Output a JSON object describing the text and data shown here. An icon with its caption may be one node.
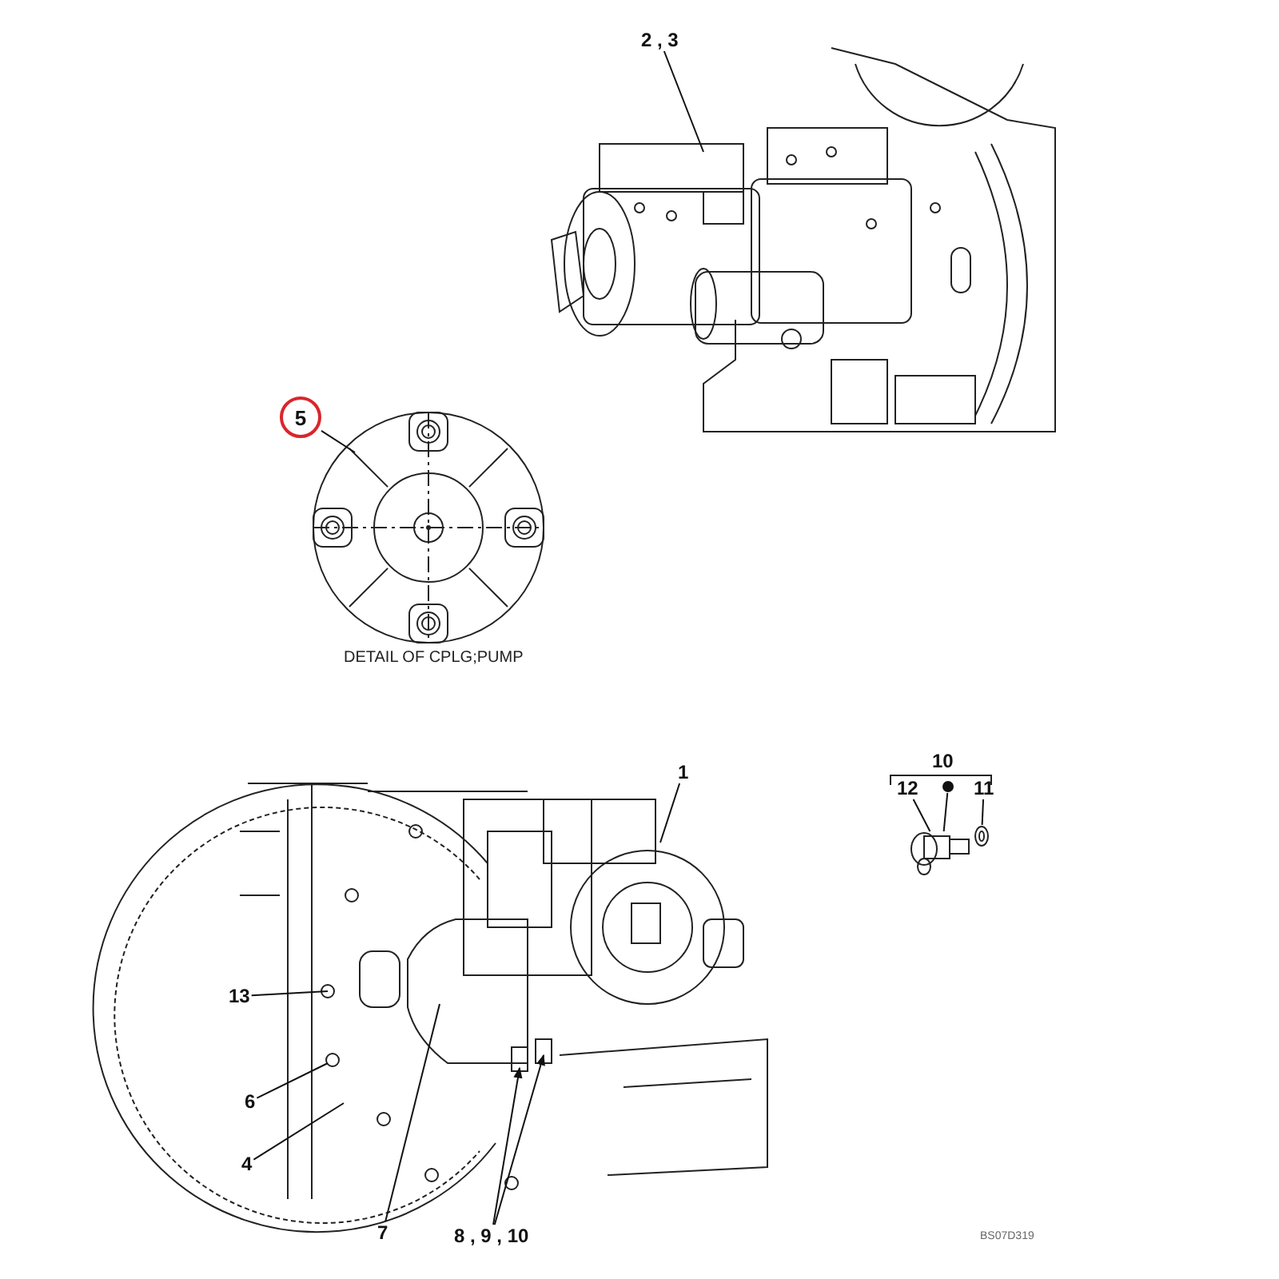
{
  "diagram": {
    "nodes": [
      {
        "text": [
          "2 , 3"
        ]
      },
      {
        "text": [
          "5"
        ]
      },
      {
        "text": [],
        "shape": "picture",
        "beside": [
          "DETAIL OF CPLG;PUMP"
        ]
      },
      {
        "text": [
          "1"
        ]
      },
      {
        "text": [
          "13"
        ]
      },
      {
        "text": [
          "6"
        ]
      },
      {
        "text": [
          "4"
        ]
      },
      {
        "text": [
          "7"
        ]
      },
      {
        "text": [
          "8 , 9 , 10"
        ]
      },
      {
        "text": [
          "10"
        ]
      },
      {
        "text": [
          "12"
        ]
      },
      {
        "text": [
          "11"
        ]
      },
      {
        "text": [],
        "shape": "picture"
      },
      {
        "text": [],
        "shape": "picture"
      },
      {
        "text": [],
        "shape": "circle"
      }
    ],
    "edges": [
      {
        "from": 0,
        "to": null,
        "arrow": "none"
      },
      {
        "from": 1,
        "to": 2,
        "arrow": "none"
      },
      {
        "from": 3,
        "to": null,
        "arrow": "none"
      },
      {
        "from": 4,
        "to": null,
        "arrow": "none"
      },
      {
        "from": 5,
        "to": null,
        "arrow": "none"
      },
      {
        "from": 6,
        "to": null,
        "arrow": "none"
      },
      {
        "from": 7,
        "to": null,
        "arrow": "none"
      },
      {
        "from": 8,
        "to": null,
        "arrow": "to"
      },
      {
        "from": 8,
        "to": null,
        "arrow": "to"
      },
      {
        "from": 10,
        "to": 12,
        "arrow": "none"
      },
      {
        "from": 11,
        "to": 13,
        "arrow": "none"
      },
      {
        "from": 14,
        "to": 12,
        "arrow": "none"
      }
    ],
    "labels": [
      "BS07D319"
    ]
  }
}
